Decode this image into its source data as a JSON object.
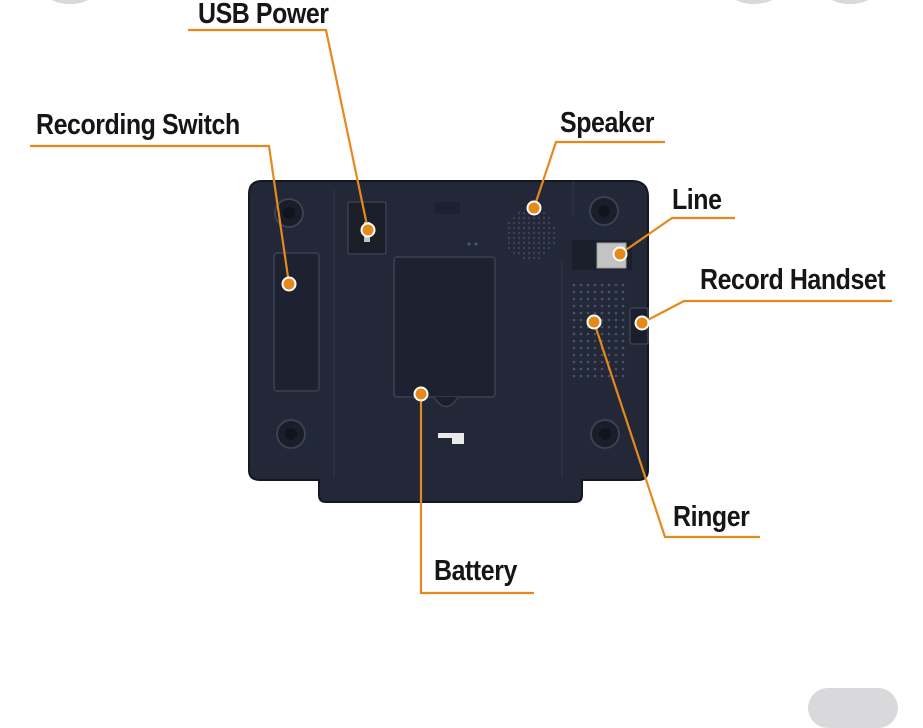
{
  "colors": {
    "device_body": "#232838",
    "device_edge": "#14171f",
    "leader": "#e58a1a",
    "label_text": "#161616",
    "background": "#ffffff"
  },
  "labels": {
    "usb_power": "USB Power",
    "recording_switch": "Recording Switch",
    "speaker": "Speaker",
    "line": "Line",
    "record_handset": "Record Handset",
    "ringer": "Ringer",
    "battery": "Battery"
  }
}
